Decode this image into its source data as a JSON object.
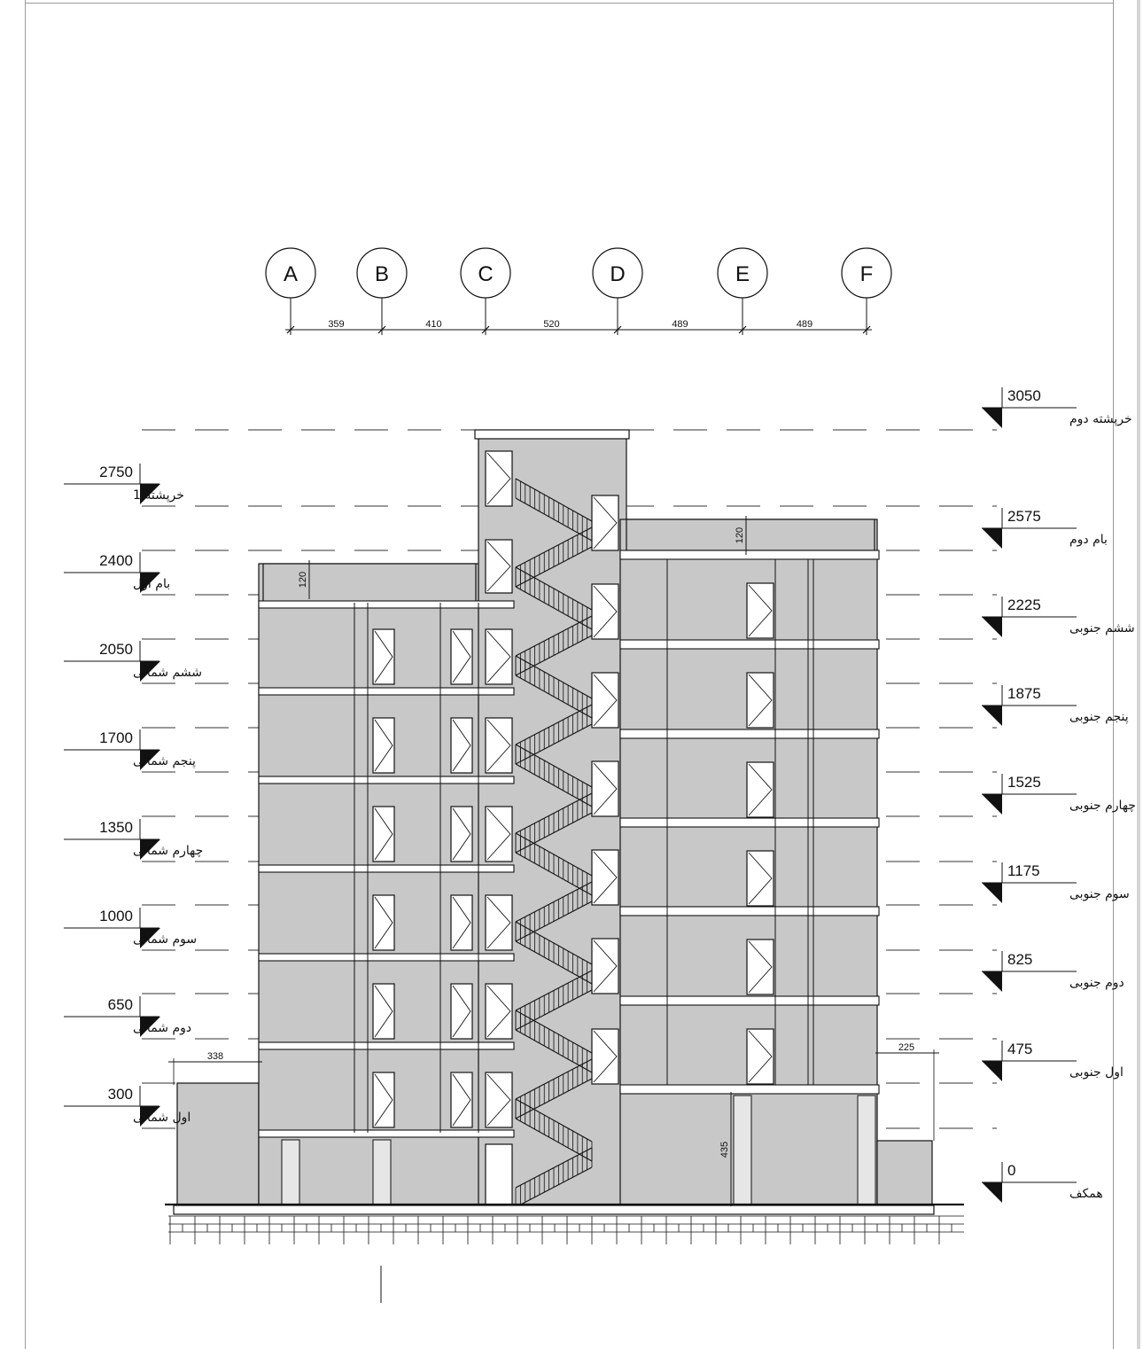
{
  "grid_axes": [
    {
      "label": "A"
    },
    {
      "label": "B"
    },
    {
      "label": "C"
    },
    {
      "label": "D"
    },
    {
      "label": "E"
    },
    {
      "label": "F"
    }
  ],
  "grid_spacings": [
    "359",
    "410",
    "520",
    "489",
    "489"
  ],
  "levels_left": [
    {
      "value": "2750",
      "name": "خرپشته 1"
    },
    {
      "value": "2400",
      "name": "بام اول"
    },
    {
      "value": "2050",
      "name": "ششم شمالی"
    },
    {
      "value": "1700",
      "name": "پنجم شمالی"
    },
    {
      "value": "1350",
      "name": "چهارم شمالی"
    },
    {
      "value": "1000",
      "name": "سوم شمالی"
    },
    {
      "value": "650",
      "name": "دوم شمالی"
    },
    {
      "value": "300",
      "name": "اول شمالی"
    }
  ],
  "levels_right": [
    {
      "value": "3050",
      "name": "خرپشته دوم"
    },
    {
      "value": "2575",
      "name": "بام دوم"
    },
    {
      "value": "2225",
      "name": "ششم جنوبی"
    },
    {
      "value": "1875",
      "name": "پنجم جنوبی"
    },
    {
      "value": "1525",
      "name": "چهارم جنوبی"
    },
    {
      "value": "1175",
      "name": "سوم جنوبی"
    },
    {
      "value": "825",
      "name": "دوم جنوبی"
    },
    {
      "value": "475",
      "name": "اول جنوبی"
    },
    {
      "value": "0",
      "name": "همکف"
    }
  ],
  "dimensions": {
    "parapet_left": "120",
    "parapet_right": "120",
    "left_overhang": "338",
    "right_overhang": "225",
    "ground_height": "435"
  },
  "colors": {
    "fill": "#c8c8c8",
    "line": "#111111",
    "dash": "#333333",
    "hatch": "#e6e6e6"
  }
}
